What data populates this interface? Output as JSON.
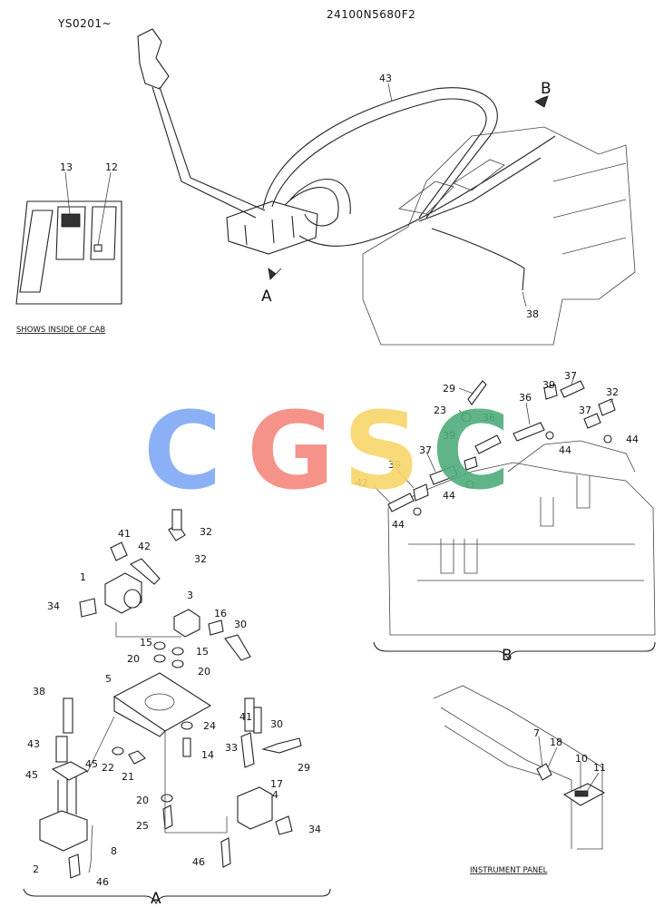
{
  "header": {
    "serial_range": "YS0201~",
    "drawing_number": "24100N5680F2"
  },
  "cab_view": {
    "caption": "SHOWS INSIDE OF CAB",
    "labels": [
      "13",
      "12"
    ]
  },
  "overview": {
    "view_a_marker": "A",
    "view_b_marker": "B",
    "labels": [
      "43",
      "38"
    ]
  },
  "detail_b": {
    "view_label": "B",
    "labels": [
      "29",
      "39",
      "37",
      "36",
      "32",
      "23",
      "36",
      "39",
      "44",
      "37",
      "44",
      "37",
      "39",
      "42",
      "44",
      "44"
    ]
  },
  "detail_a": {
    "view_label": "A",
    "labels": [
      "41",
      "32",
      "42",
      "32",
      "1",
      "34",
      "3",
      "16",
      "30",
      "15",
      "15",
      "20",
      "20",
      "5",
      "24",
      "41",
      "30",
      "38",
      "43",
      "45",
      "45",
      "22",
      "21",
      "14",
      "33",
      "29",
      "17",
      "4",
      "20",
      "25",
      "34",
      "2",
      "8",
      "46",
      "46"
    ]
  },
  "instrument_panel": {
    "caption": "INSTRUMENT PANEL",
    "labels": [
      "7",
      "18",
      "10",
      "11"
    ]
  },
  "watermark": {
    "letters": [
      "C",
      "G",
      "S",
      "C"
    ],
    "colors": [
      "#7fa8f5",
      "#f4877e",
      "#f8d56a",
      "#4fae7c"
    ]
  }
}
